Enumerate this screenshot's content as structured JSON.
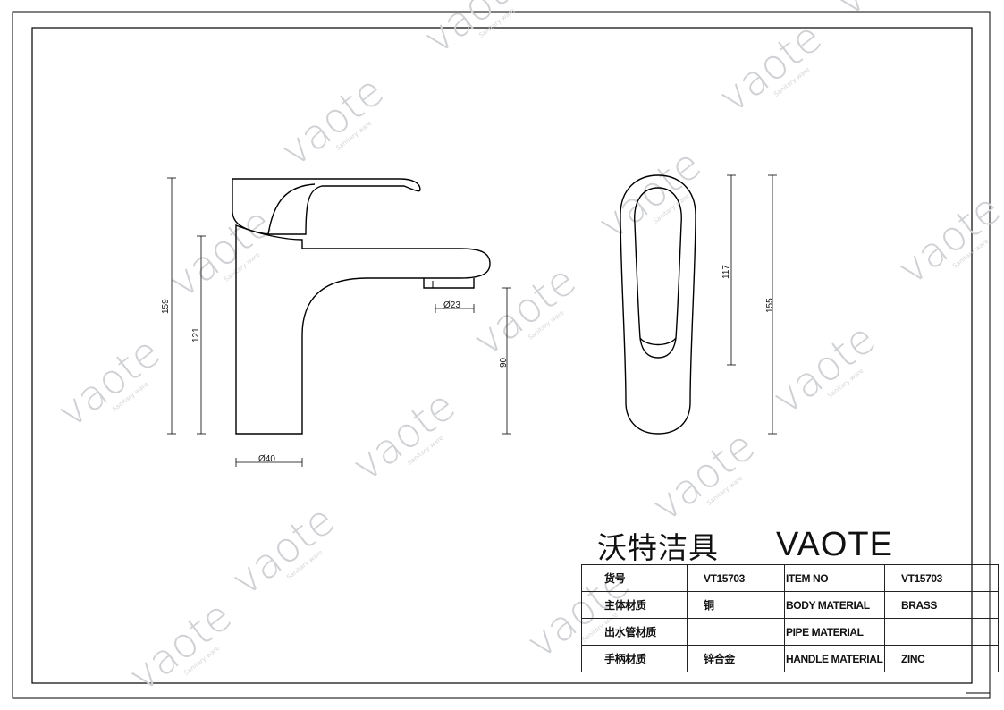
{
  "title_block": {
    "brand_cn": "沃特洁具",
    "brand_en": "VAOTE"
  },
  "spec_table": {
    "rows": [
      {
        "label_cn": "货号",
        "value_cn": "VT15703",
        "label_en": "ITEM NO",
        "value_en": "VT15703"
      },
      {
        "label_cn": "主体材质",
        "value_cn": "铜",
        "label_en": "BODY MATERIAL",
        "value_en": "BRASS"
      },
      {
        "label_cn": "出水管材质",
        "value_cn": "",
        "label_en": "PIPE MATERIAL",
        "value_en": ""
      },
      {
        "label_cn": "手柄材质",
        "value_cn": "锌合金",
        "label_en": "HANDLE MATERIAL",
        "value_en": "ZINC"
      }
    ]
  },
  "dimensions": {
    "overall_height": "159",
    "body_height": "121",
    "spout_diameter": "Ø23",
    "spout_clearance": "90",
    "base_diameter": "Ø40",
    "handle_length": "117",
    "side_height": "155"
  },
  "watermark": {
    "text": "vaote",
    "subtext": "Sanitary ware",
    "color": "#cfd1d4"
  }
}
